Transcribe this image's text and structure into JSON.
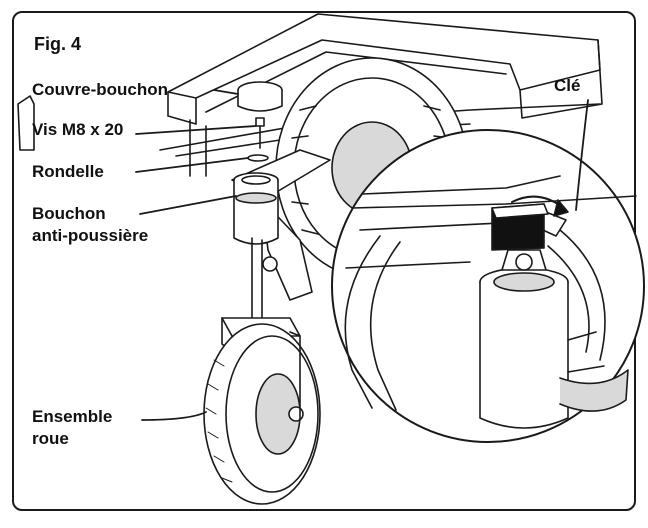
{
  "figure": {
    "title": "Fig. 4",
    "labels": {
      "cap": "Couvre-bouchon",
      "screw": "Vis M8 x 20",
      "washer": "Rondelle",
      "plug_line1": "Bouchon",
      "plug_line2": "anti-poussière",
      "wheel_line1": "Ensemble",
      "wheel_line2": "roue",
      "key": "Clé"
    }
  },
  "colors": {
    "border": "#1a1a1a",
    "stroke": "#1a1a1a",
    "fill": "#ffffff",
    "shade": "#d9d9d9",
    "dark": "#111111"
  }
}
